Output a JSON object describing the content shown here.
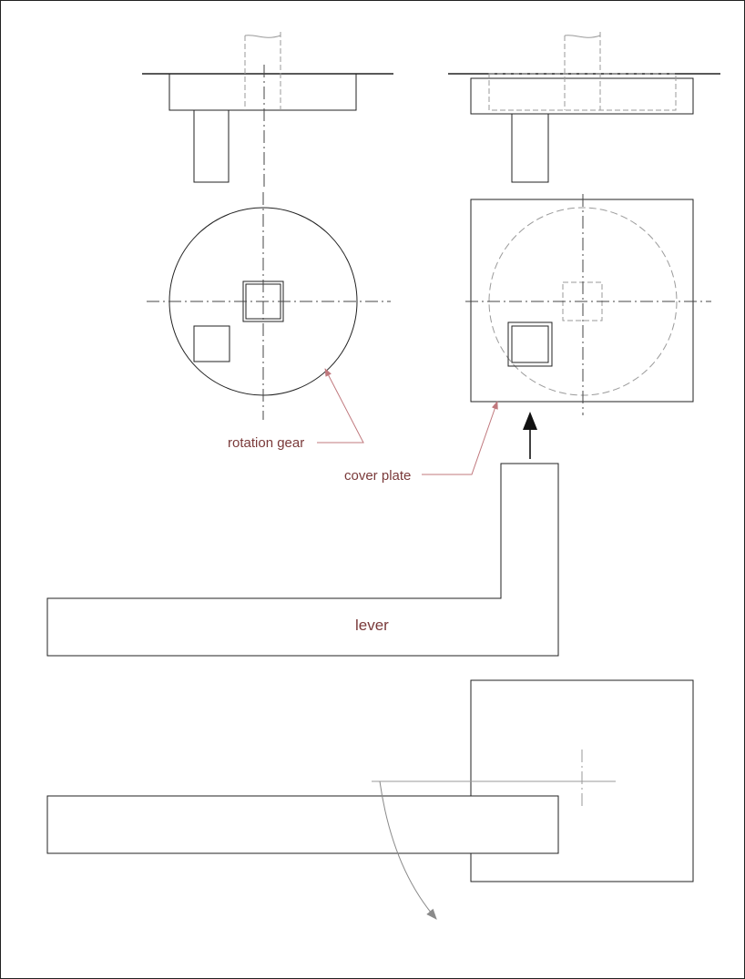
{
  "labels": {
    "rotation_gear": "rotation gear",
    "cover_plate": "cover plate",
    "lever": "lever"
  },
  "colors": {
    "line": "#222222",
    "hidden_line": "#9a9a9a",
    "center_line": "#444444",
    "leader": "#c0787d",
    "label_text": "#7a3a3a",
    "arrow": "#111111",
    "rotation_arrow": "#8a8a8a",
    "background": "#ffffff"
  }
}
